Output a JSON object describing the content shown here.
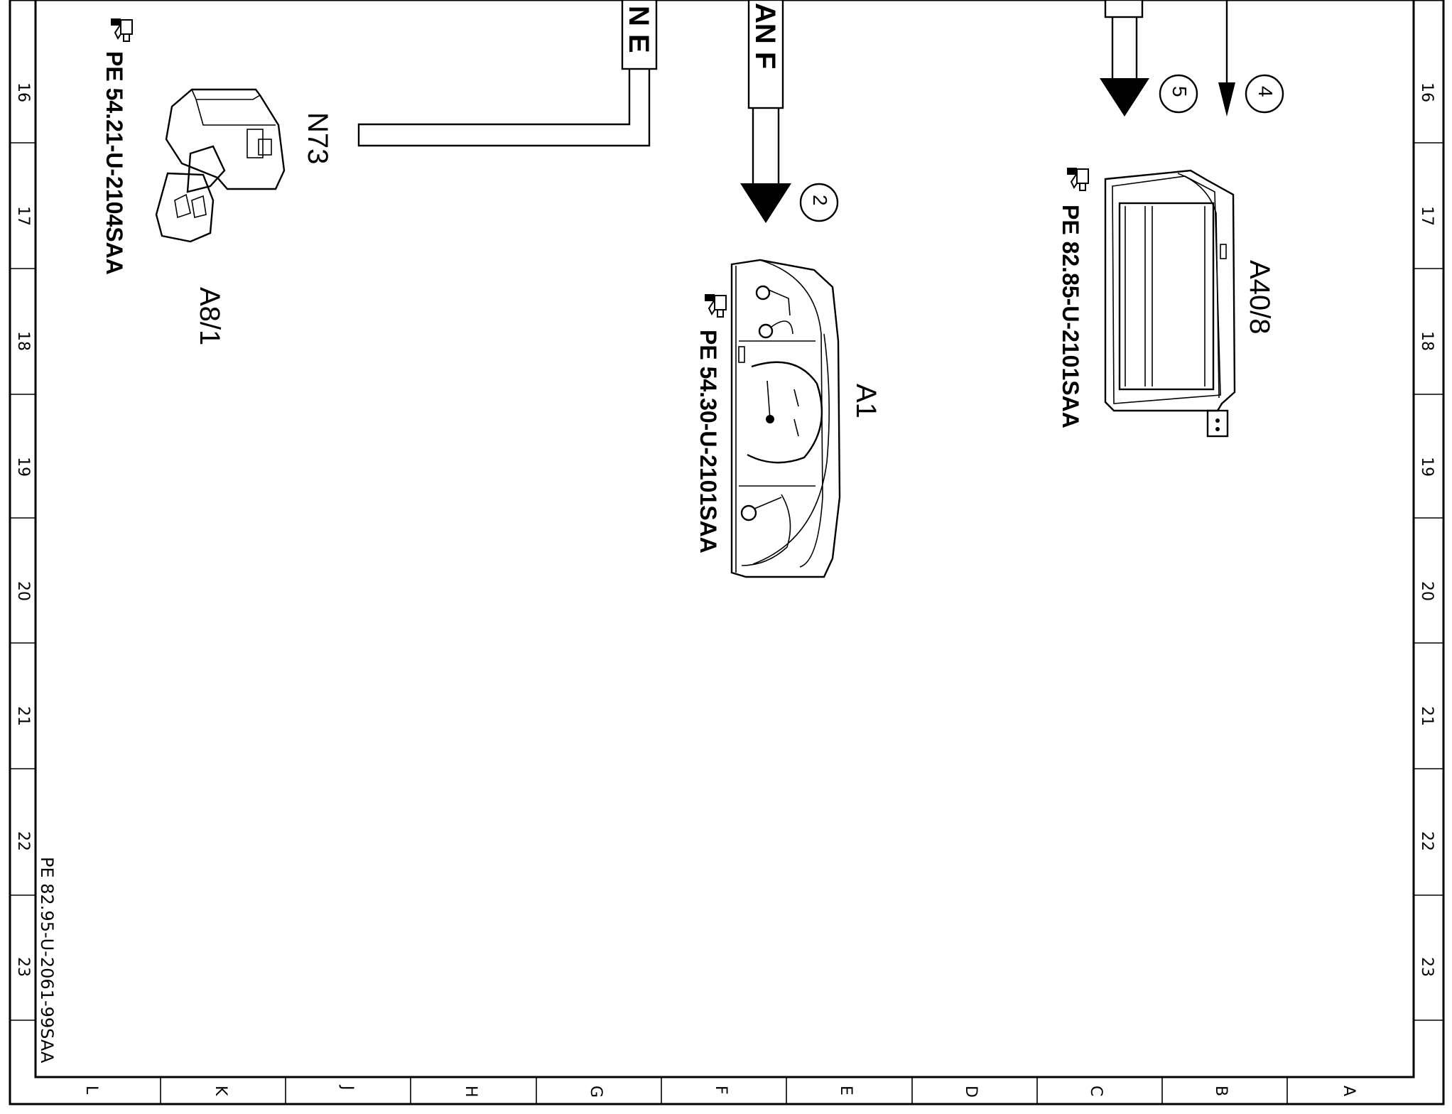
{
  "grid": {
    "row_labels": [
      "16",
      "17",
      "18",
      "19",
      "20",
      "21",
      "22",
      "23"
    ],
    "column_labels": [
      "L",
      "K",
      "J",
      "H",
      "G",
      "F",
      "E",
      "D",
      "C",
      "B",
      "A"
    ]
  },
  "document_number": "PE 82.95-U-2061-99SAA",
  "components": [
    {
      "id": "A8/1",
      "label": "A8/1",
      "reference": "PE 54.21-U-2104SAA"
    },
    {
      "id": "N73",
      "label": "N73"
    },
    {
      "id": "A1",
      "label": "A1",
      "reference": "PE 54.30-U-2101SAA"
    },
    {
      "id": "A40/8",
      "label": "A40/8",
      "reference": "PE 82.85-U-2101SAA"
    }
  ],
  "wires": [
    {
      "label": "N E"
    },
    {
      "label": "AN F"
    }
  ],
  "connection_points": [
    "2",
    "5",
    "4"
  ],
  "colors": {
    "ink": "#000000",
    "paper": "#ffffff"
  },
  "icons": [
    "pointing-hand-icon"
  ]
}
